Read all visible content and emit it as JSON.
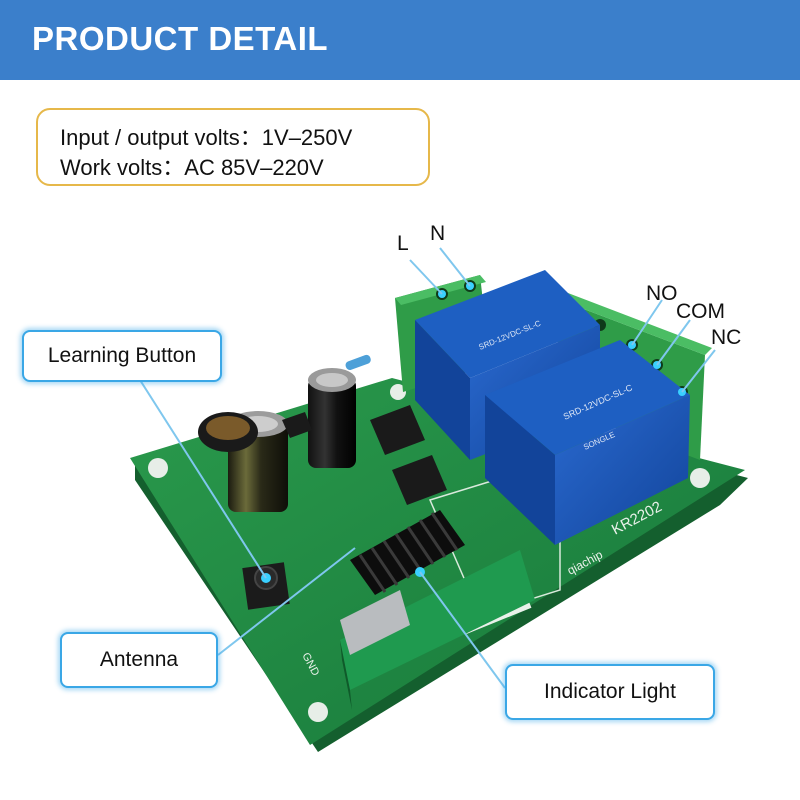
{
  "header": {
    "title": "PRODUCT DETAIL",
    "color": "#3b7fcb"
  },
  "specs": {
    "line1": "Input / output volts：1V–250V",
    "line2": "Work volts：AC 85V–220V",
    "border_color": "#e6b84a"
  },
  "callouts": {
    "learning_button": "Learning Button",
    "antenna": "Antenna",
    "indicator_light": "Indicator Light"
  },
  "terminals": {
    "l": "L",
    "n": "N",
    "no": "NO",
    "com": "COM",
    "nc": "NC"
  },
  "board": {
    "model": "KR2202",
    "brand": "qiachip",
    "gnd_label": "GND",
    "relay_text": "SRD-12VDC-SL-C",
    "relay_brand": "SONGLE",
    "board_color": "#1f8a3e",
    "relay_color": "#1a57b8",
    "terminal_color": "#2f9c48"
  }
}
